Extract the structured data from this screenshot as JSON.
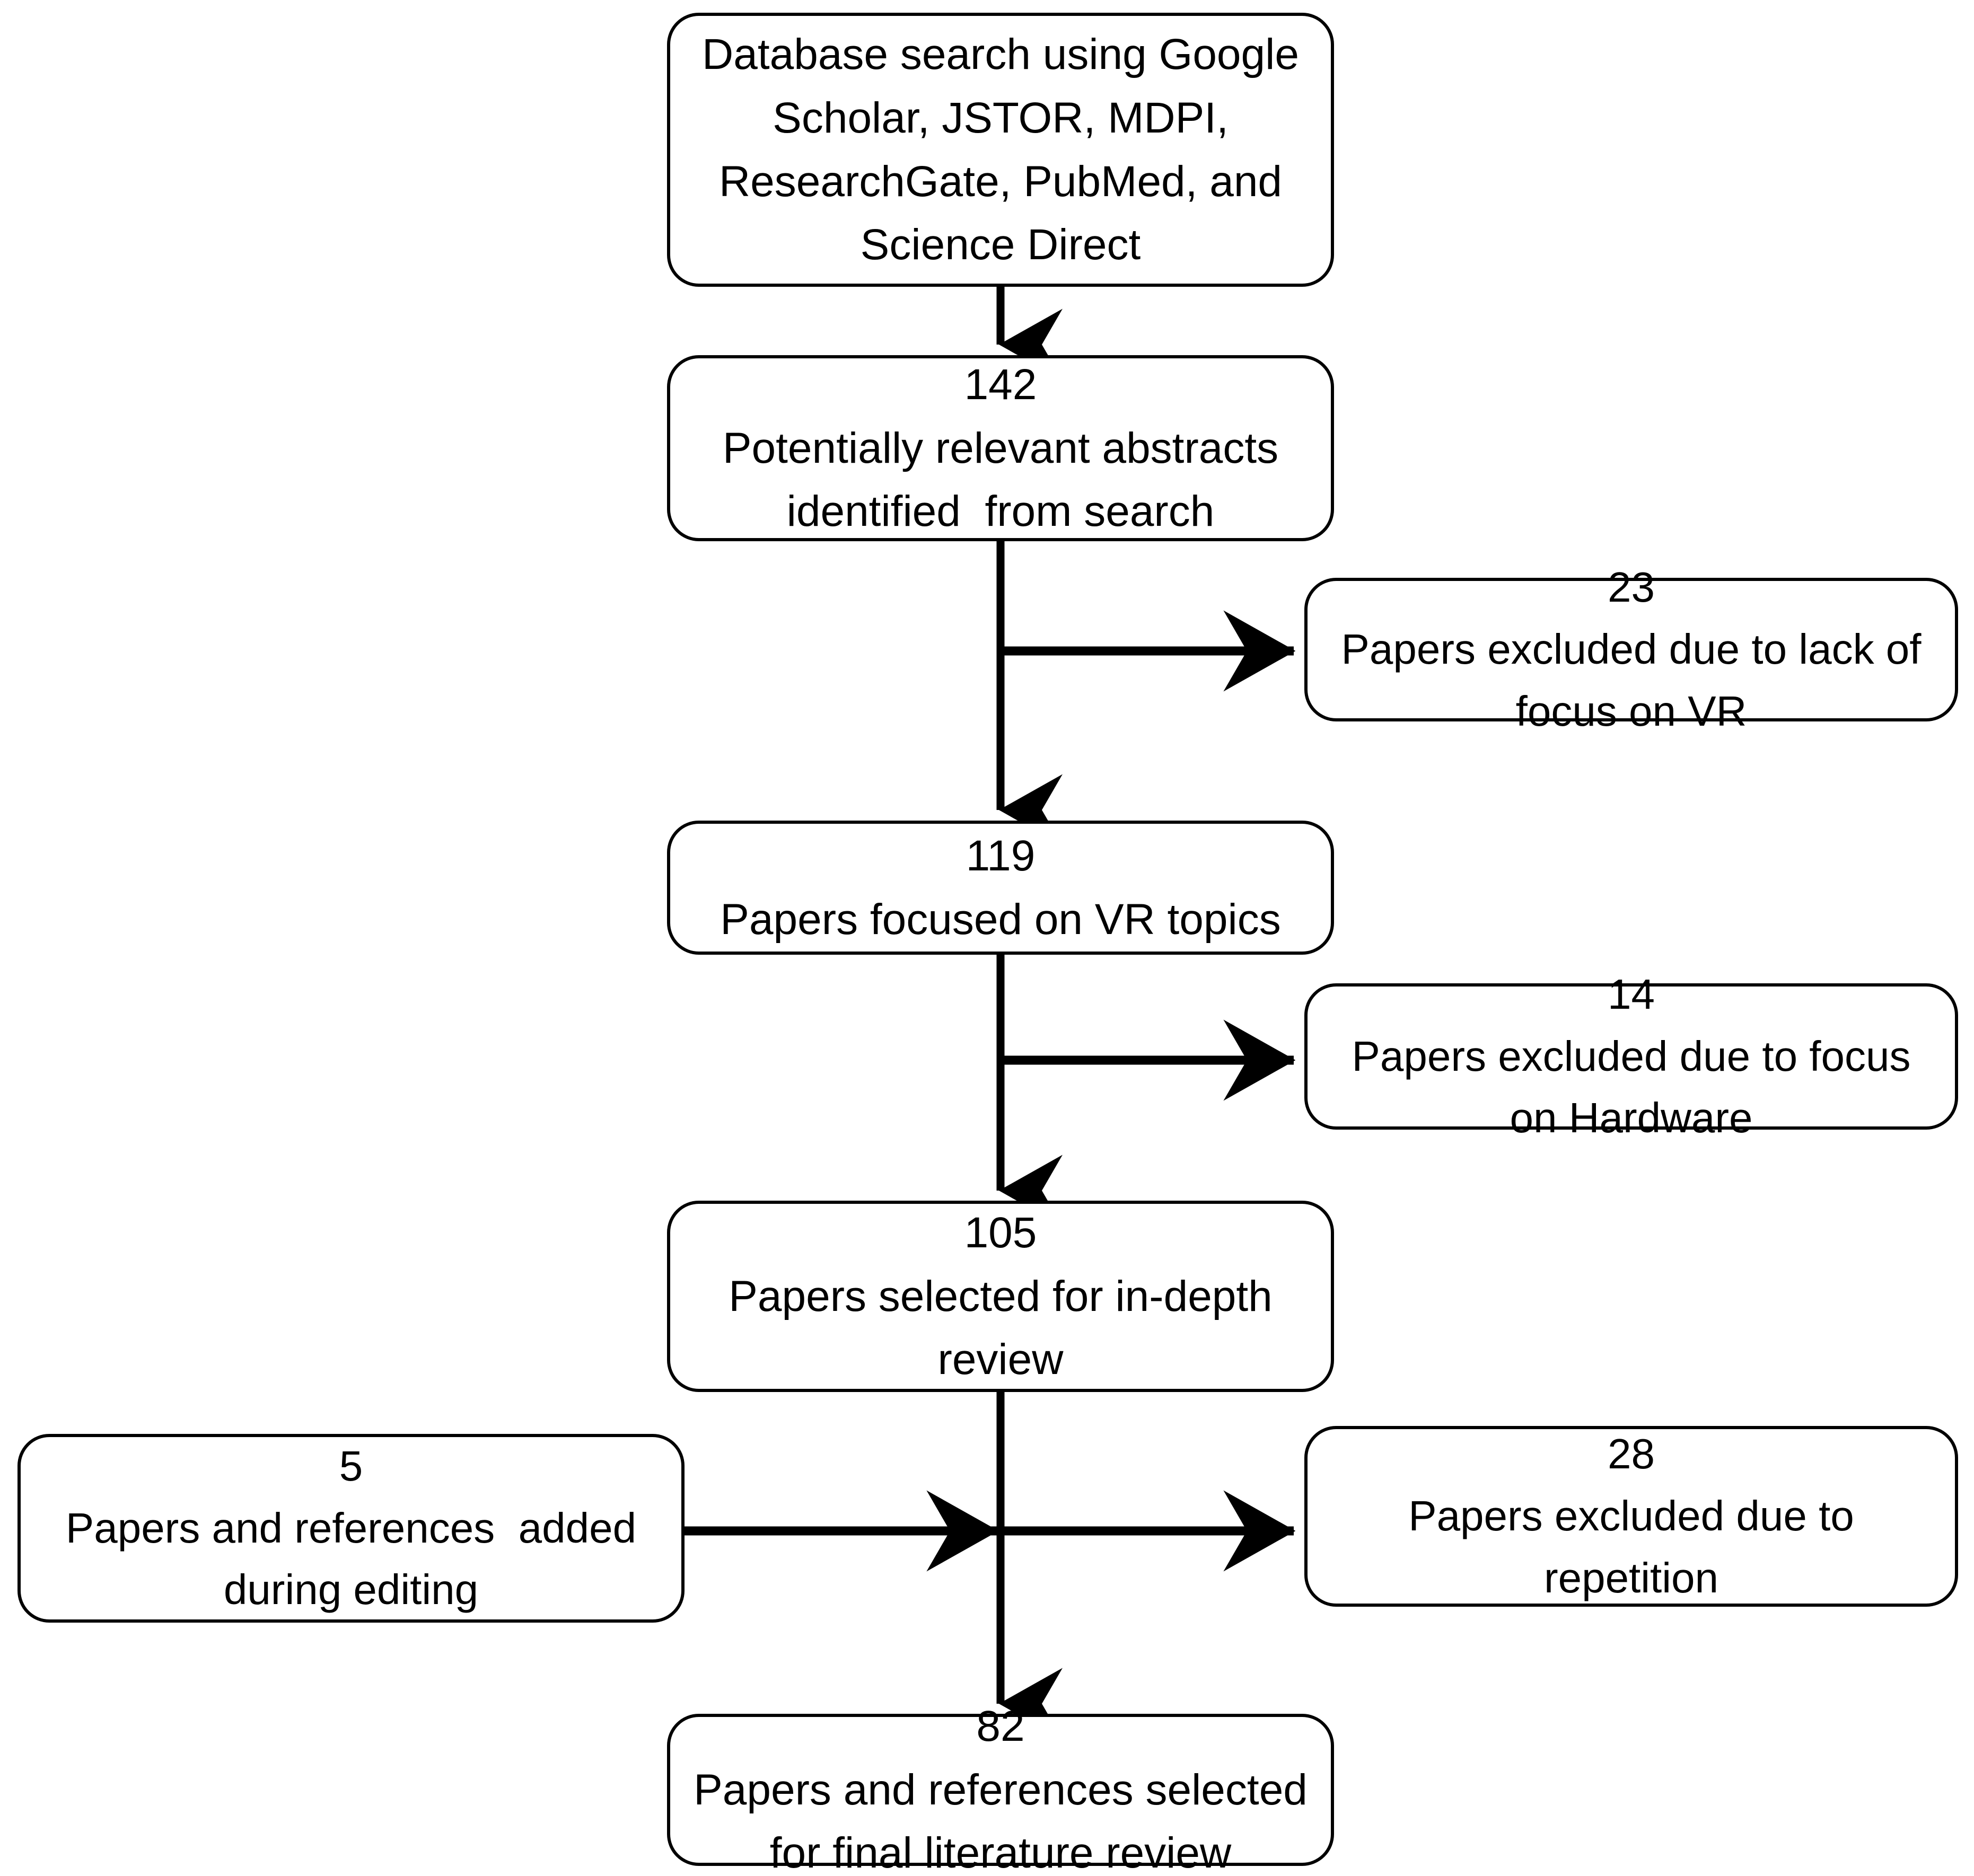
{
  "diagram": {
    "type": "prisma-flow",
    "stroke_color": "#000000",
    "fill_color": "#ffffff",
    "text_color": "#000000"
  },
  "nodes": {
    "search": {
      "count": "",
      "label": "Database search using Google Scholar, JSTOR, MDPI, ResearchGate, PubMed, and Science Direct"
    },
    "abstracts": {
      "count": "142",
      "label": "Potentially relevant abstracts identified  from search"
    },
    "excluded_vr": {
      "count": "23",
      "label": "Papers excluded due to lack of focus on VR"
    },
    "vr_topics": {
      "count": "119",
      "label": "Papers focused on VR topics"
    },
    "excluded_hardware": {
      "count": "14",
      "label": "Papers excluded due to focus on Hardware"
    },
    "in_depth": {
      "count": "105",
      "label": "Papers selected for in-depth review"
    },
    "added_editing": {
      "count": "5",
      "label": "Papers and references  added during editing"
    },
    "excluded_repetition": {
      "count": "28",
      "label": "Papers excluded due to repetition"
    },
    "final_review": {
      "count": "82",
      "label": "Papers and references selected for final literature review"
    }
  },
  "edges": [
    {
      "name": "search-to-abstracts",
      "from": "search",
      "to": "abstracts",
      "direction": "down",
      "arrow": true
    },
    {
      "name": "abstracts-to-vr-topics",
      "from": "abstracts",
      "to": "vr_topics",
      "direction": "down",
      "arrow": true
    },
    {
      "name": "abstracts-to-excluded-vr",
      "from": "abstracts",
      "to": "excluded_vr",
      "direction": "right",
      "arrow": true
    },
    {
      "name": "vr-topics-to-in-depth",
      "from": "vr_topics",
      "to": "in_depth",
      "direction": "down",
      "arrow": true
    },
    {
      "name": "vr-topics-to-excluded-hw",
      "from": "vr_topics",
      "to": "excluded_hardware",
      "direction": "right",
      "arrow": true
    },
    {
      "name": "in-depth-to-final",
      "from": "in_depth",
      "to": "final_review",
      "direction": "down",
      "arrow": true
    },
    {
      "name": "in-depth-to-excluded-rep",
      "from": "in_depth",
      "to": "excluded_repetition",
      "direction": "right",
      "arrow": true
    },
    {
      "name": "added-to-in-depth-trunk",
      "from": "added_editing",
      "to": "final_review",
      "direction": "right",
      "arrow": true
    }
  ]
}
